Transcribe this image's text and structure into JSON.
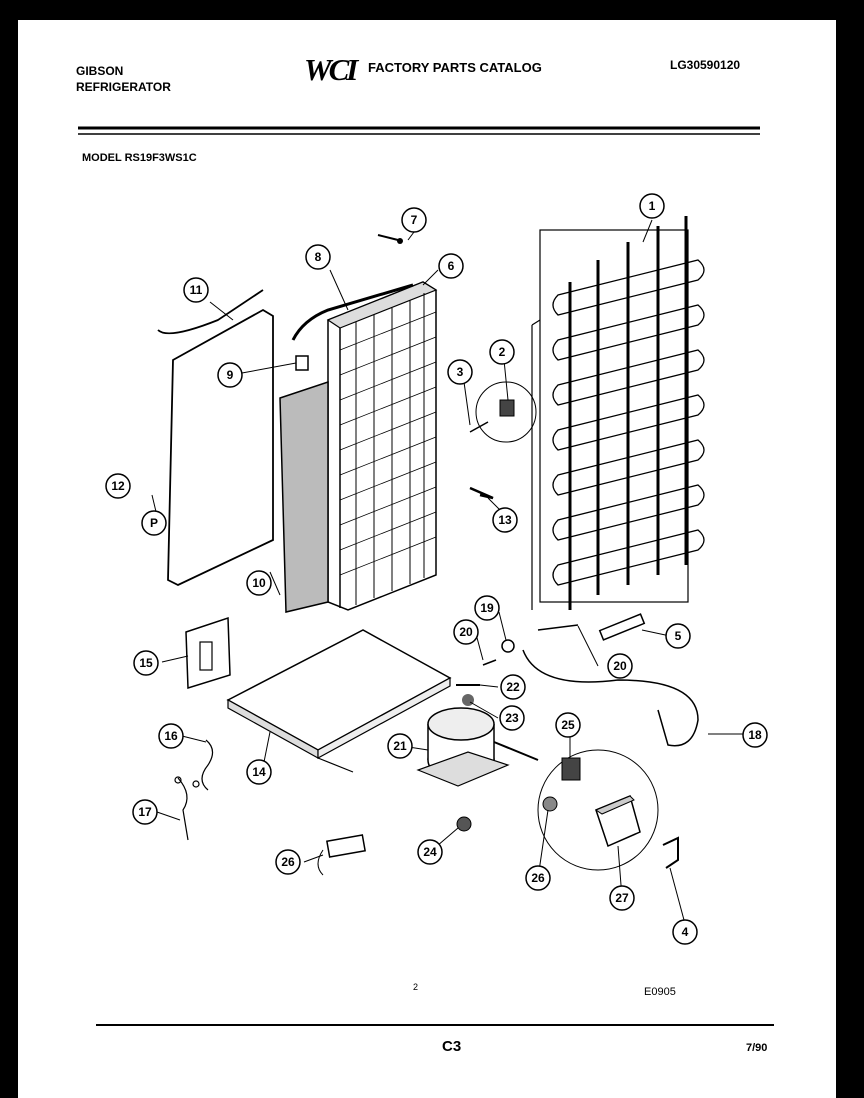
{
  "header": {
    "brand_line1": "GIBSON",
    "brand_line2": "REFRIGERATOR",
    "logo_text": "WCI",
    "catalog_title": "FACTORY PARTS CATALOG",
    "part_number": "LG30590120",
    "model": "MODEL RS19F3WS1C"
  },
  "footer": {
    "diagram_code": "E0905",
    "page": "C3",
    "date": "7/90",
    "mark": "2"
  },
  "callouts": {
    "c1": "1",
    "c2": "2",
    "c3": "3",
    "c4": "4",
    "c5": "5",
    "c6": "6",
    "c7": "7",
    "c8": "8",
    "c9": "9",
    "c10": "10",
    "c11": "11",
    "c12": "12",
    "c13": "13",
    "c14": "14",
    "c15": "15",
    "c16": "16",
    "c17": "17",
    "c18": "18",
    "c19": "19",
    "c20a": "20",
    "c20b": "20",
    "c21": "21",
    "c22": "22",
    "c23": "23",
    "c24": "24",
    "c25": "25",
    "c26": "26",
    "c26b": "26",
    "c27": "27"
  }
}
